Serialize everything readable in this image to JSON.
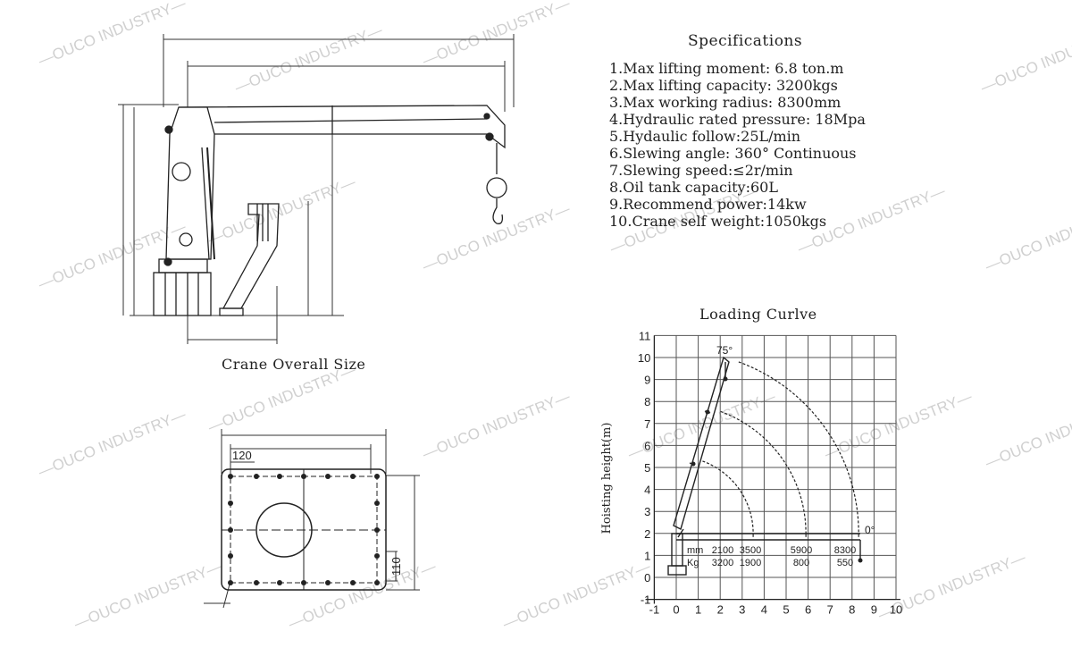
{
  "specifications": {
    "title": "Specifications",
    "items": [
      "1.Max lifting moment: 6.8 ton.m",
      "2.Max lifting capacity: 3200kgs",
      "3.Max working radius: 8300mm",
      "4.Hydraulic rated pressure: 18Mpa",
      "5.Hydaulic follow:25L/min",
      "6.Slewing angle: 360° Continuous",
      "7.Slewing speed:≤2r/min",
      "8.Oil tank capacity:60L",
      "9.Recommend power:14kw",
      "10.Crane self weight:1050kgs"
    ]
  },
  "crane_drawing": {
    "caption": "Crane Overall Size"
  },
  "base_plate": {
    "dim_top": "120",
    "dim_side": "110"
  },
  "loading_curve": {
    "title": "Loading Curlve",
    "ylabel": "Hoisting height(m)",
    "x_ticks": [
      "-1",
      "0",
      "1",
      "2",
      "3",
      "4",
      "5",
      "6",
      "7",
      "8",
      "9",
      "10"
    ],
    "y_ticks": [
      "11",
      "10",
      "9",
      "8",
      "7",
      "6",
      "5",
      "4",
      "3",
      "2",
      "1",
      "0",
      "-1"
    ],
    "angle_top": "75°",
    "angle_flat": "0°",
    "table": {
      "mm_label": "mm",
      "kg_label": "Kg",
      "mm_values": [
        "2100",
        "3500",
        "5900",
        "8300"
      ],
      "kg_values": [
        "3200",
        "1900",
        "800",
        "550"
      ]
    }
  },
  "watermark": {
    "text": "—OUCO INDUSTRY—",
    "short": "INDUSTRY—"
  }
}
